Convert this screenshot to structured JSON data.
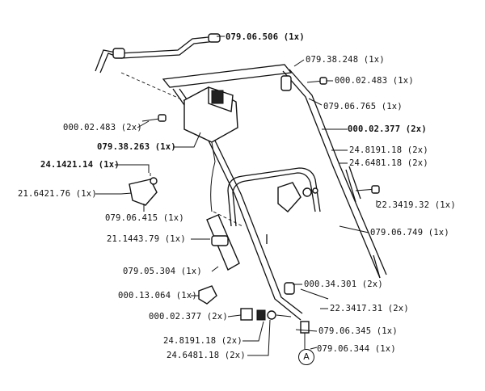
{
  "parts": [
    {
      "number": "079.06.506",
      "qty": "(1x)"
    },
    {
      "number": "079.38.248",
      "qty": "(1x)"
    },
    {
      "number": "000.02.483",
      "qty": "(1x)"
    },
    {
      "number": "079.06.765",
      "qty": "(1x)"
    },
    {
      "number": "000.02.483",
      "qty": "(2x)"
    },
    {
      "number": "000.02.377",
      "qty": "(2x)"
    },
    {
      "number": "079.38.263",
      "qty": "(1x)"
    },
    {
      "number": "24.8191.18",
      "qty": "(2x)"
    },
    {
      "number": "24.1421.14",
      "qty": "(1x)"
    },
    {
      "number": "24.6481.18",
      "qty": "(2x)"
    },
    {
      "number": "21.6421.76",
      "qty": "(1x)"
    },
    {
      "number": "22.3419.32",
      "qty": "(1x)"
    },
    {
      "number": "079.06.415",
      "qty": "(1x)"
    },
    {
      "number": "079.06.749",
      "qty": "(1x)"
    },
    {
      "number": "21.1443.79",
      "qty": "(1x)"
    },
    {
      "number": "079.05.304",
      "qty": "(1x)"
    },
    {
      "number": "000.34.301",
      "qty": "(2x)"
    },
    {
      "number": "000.13.064",
      "qty": "(1x)"
    },
    {
      "number": "22.3417.31",
      "qty": "(2x)"
    },
    {
      "number": "000.02.377",
      "qty": "(2x)"
    },
    {
      "number": "079.06.345",
      "qty": "(1x)"
    },
    {
      "number": "24.8191.18",
      "qty": "(2x)"
    },
    {
      "number": "079.06.344",
      "qty": "(1x)"
    },
    {
      "number": "24.6481.18",
      "qty": "(2x)"
    }
  ],
  "marker": "A"
}
